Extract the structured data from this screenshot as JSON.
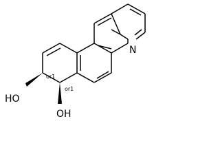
{
  "molecule": {
    "atoms": {
      "nitrogen": "N",
      "hydroxyl_upper": "HO",
      "hydroxyl_lower": "OH"
    },
    "stereo_labels": [
      "or1",
      "or1"
    ]
  }
}
